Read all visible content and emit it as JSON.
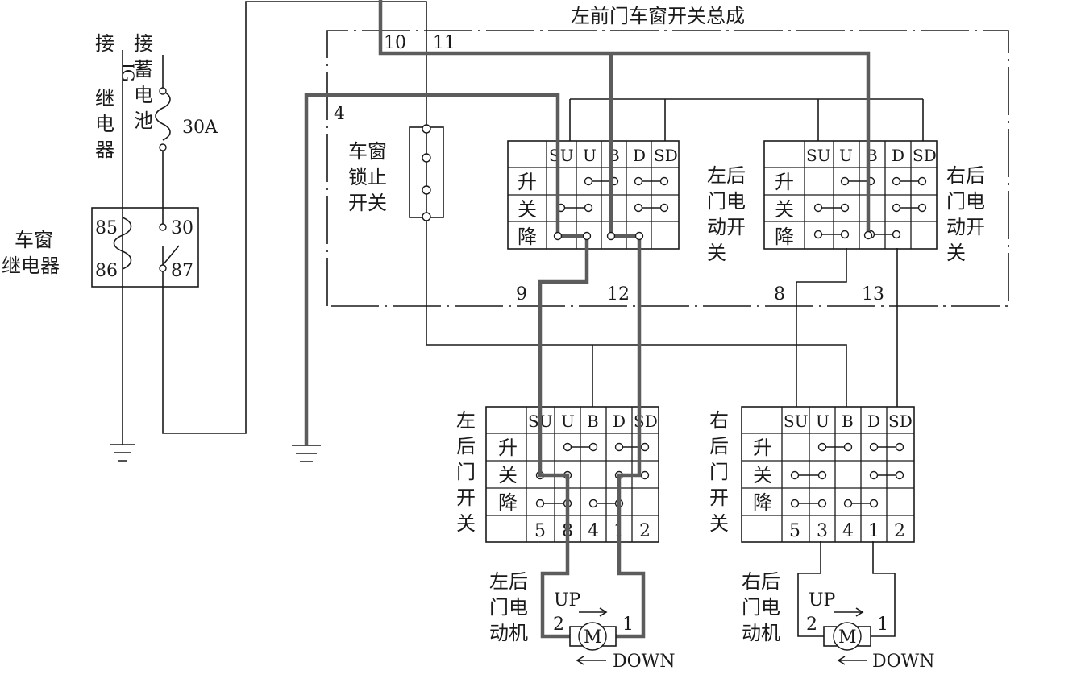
{
  "title": "左前门车窗开关总成",
  "pins": {
    "p10": "10",
    "p11": "11",
    "p4": "4",
    "p9": "9",
    "p12": "12",
    "p8": "8",
    "p13": "13"
  },
  "relay": {
    "label_l1": "车窗",
    "label_l2": "继电器",
    "t85": "85",
    "t86": "86",
    "t30": "30",
    "t87": "87"
  },
  "ig": {
    "c1": "接",
    "c2": "IG",
    "c3": "继",
    "c4": "电",
    "c5": "器"
  },
  "battery": {
    "c1": "接",
    "c2": "蓄",
    "c3": "电",
    "c4": "池"
  },
  "fuse": "30A",
  "lock_switch": {
    "l1": "车窗",
    "l2": "锁止",
    "l3": "开关"
  },
  "switch_headers": [
    "SU",
    "U",
    "B",
    "D",
    "SD"
  ],
  "row_labels": [
    "升",
    "关",
    "降"
  ],
  "lr_master_label": [
    "左后",
    "门电",
    "动开",
    "关"
  ],
  "rr_master_label": [
    "右后",
    "门电",
    "动开",
    "关"
  ],
  "lr_switch_label": [
    "左",
    "后",
    "门",
    "开",
    "关"
  ],
  "rr_switch_label": [
    "右",
    "后",
    "门",
    "开",
    "关"
  ],
  "lr_pins": [
    "5",
    "8",
    "4",
    "1",
    "2"
  ],
  "rr_pins": [
    "5",
    "3",
    "4",
    "1",
    "2"
  ],
  "lr_motor": {
    "l1": "左后",
    "l2": "门电",
    "l3": "动机",
    "up": "UP",
    "down": "DOWN",
    "m": "M",
    "t2": "2",
    "t1": "1"
  },
  "rr_motor": {
    "l1": "右后",
    "l2": "门电",
    "l3": "动机",
    "up": "UP",
    "down": "DOWN",
    "m": "M",
    "t2": "2",
    "t1": "1"
  }
}
